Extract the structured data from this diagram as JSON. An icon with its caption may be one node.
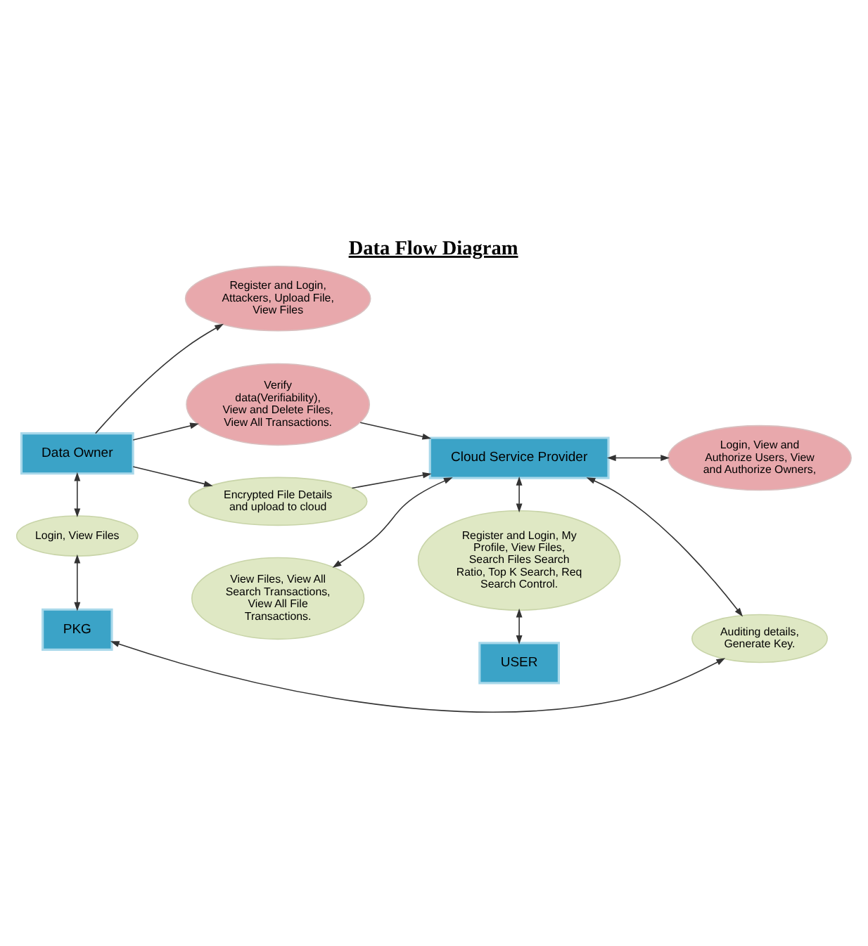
{
  "diagram": {
    "title": "Data Flow Diagram",
    "nodes": [
      {
        "text": [
          "Register and Login, Attackers, Upload File, View Files"
        ]
      },
      {
        "text": [
          "Verify data(Verifiability), View and Delete Files, View All Transactions."
        ]
      },
      {
        "text": [
          "Login, View and Authorize Users, View and Authorize Owners,"
        ]
      },
      {
        "text": [
          "View Files, View All Search Transactions, View All File Transactions."
        ]
      },
      {
        "text": [
          "Data Owner"
        ]
      },
      {
        "text": [
          "Encrypted File Details and upload to cloud"
        ]
      },
      {
        "text": [
          "Cloud Service Provider"
        ]
      },
      {
        "text": [
          "Login, View Files"
        ]
      },
      {
        "text": [
          "Auditing details, Generate Key."
        ]
      },
      {
        "text": [
          "Register and Login, My Profile, View Files, Search Files Search Ratio, Top K Search, Req Search Control."
        ]
      },
      {
        "text": [
          "PKG"
        ]
      },
      {
        "text": [
          "USER"
        ]
      }
    ],
    "edges": [
      {
        "from": 4,
        "to": 0,
        "arrow": "to"
      },
      {
        "from": 4,
        "to": 1,
        "arrow": "to"
      },
      {
        "from": 1,
        "to": 6,
        "arrow": "to"
      },
      {
        "from": 6,
        "to": 2,
        "arrow": "both"
      },
      {
        "from": 3,
        "to": 6,
        "arrow": "both"
      },
      {
        "from": 4,
        "to": 5,
        "arrow": "to"
      },
      {
        "from": 5,
        "to": 6,
        "arrow": "to"
      },
      {
        "from": 4,
        "to": 7,
        "arrow": "both"
      },
      {
        "from": 7,
        "to": 10,
        "arrow": "both"
      },
      {
        "from": 6,
        "to": 8,
        "arrow": "both"
      },
      {
        "from": 10,
        "to": 8,
        "arrow": "both"
      },
      {
        "from": 6,
        "to": 9,
        "arrow": "both"
      },
      {
        "from": 9,
        "to": 11,
        "arrow": "both"
      }
    ]
  }
}
